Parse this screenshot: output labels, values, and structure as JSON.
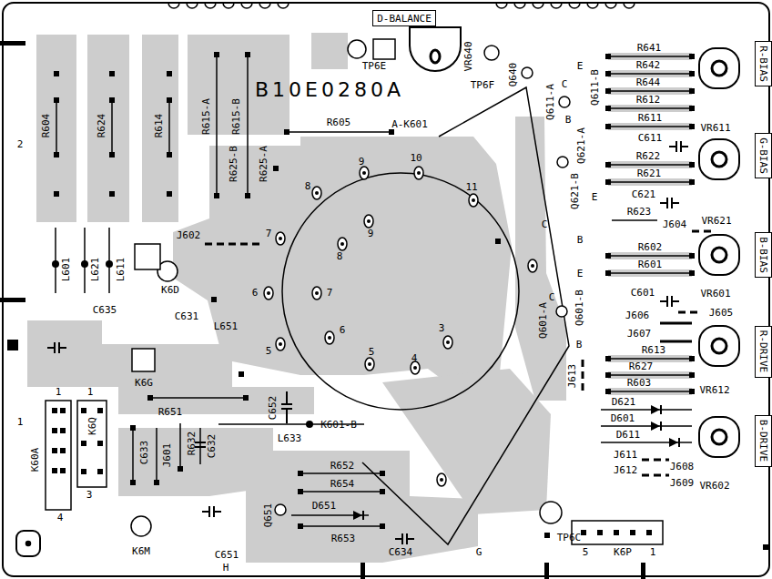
{
  "diagram": {
    "nodes": [
      {
        "text": [
          "D-BALANCE"
        ]
      },
      {
        "text": [
          "R-BIAS"
        ]
      },
      {
        "text": [
          "G-BIAS"
        ]
      },
      {
        "text": [
          "B-BIAS"
        ]
      },
      {
        "text": [
          "R-DRIVE"
        ]
      },
      {
        "text": [
          "B-DRIVE"
        ]
      }
    ],
    "labels": [
      "B10E0280A",
      "TP6E",
      "VR640",
      "TP6F",
      "Q640",
      "E",
      "C",
      "Q611-A",
      "B",
      "Q611-B",
      "R641",
      "R642",
      "R644",
      "R612",
      "R611",
      "C611",
      "R622",
      "R621",
      "C621",
      "R623",
      "J604",
      "Q621-A",
      "Q621-B",
      "E",
      "C",
      "B",
      "R602",
      "R601",
      "C601",
      "J605",
      "E",
      "C",
      "Q601-A",
      "Q601-B",
      "B",
      "J606",
      "J607",
      "R613",
      "R627",
      "R603",
      "J613",
      "D621",
      "D601",
      "D611",
      "J611",
      "J608",
      "J612",
      "J609",
      "VR611",
      "VR621",
      "VR601",
      "VR612",
      "VR602",
      "TP6C",
      "5",
      "K6P",
      "1",
      "G",
      "A-K601",
      "R605",
      "R604",
      "R624",
      "R614",
      "R615-A",
      "R615-B",
      "R625-B",
      "R625-A",
      "2",
      "9",
      "10",
      "11",
      "8",
      "9",
      "7",
      "8",
      "6",
      "7",
      "6",
      "5",
      "5",
      "4",
      "3",
      "L601",
      "L621",
      "L611",
      "C635",
      "J602",
      "K6D",
      "C631",
      "L651",
      "K6G",
      "R651",
      "C652",
      "K601-B",
      "1",
      "1",
      "1",
      "K60A",
      "K6Q",
      "3",
      "4",
      "C633",
      "J601",
      "R632",
      "C632",
      "L633",
      "R652",
      "R654",
      "Q651",
      "D651",
      "R653",
      "C634",
      "K6M",
      "C651",
      "H"
    ]
  }
}
